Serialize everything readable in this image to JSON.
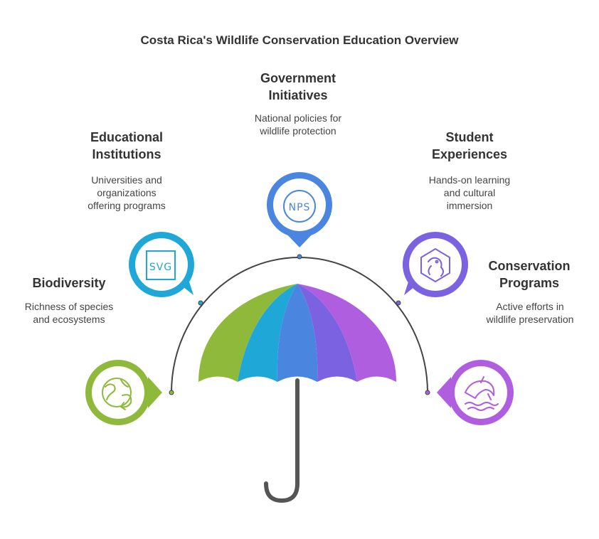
{
  "title": "Costa Rica's Wildlife Conservation Education Overview",
  "items": [
    {
      "key": "biodiversity",
      "heading": "Biodiversity",
      "description": "Richness of species\nand ecosystems",
      "color": "#8fb93b",
      "icon": "recycle-globe-icon"
    },
    {
      "key": "educational",
      "heading": "Educational\nInstitutions",
      "description": "Universities and\norganizations\noffering programs",
      "color": "#1fa7d8",
      "icon": "svg-badge-icon",
      "icon_text": "SVG"
    },
    {
      "key": "government",
      "heading": "Government\nInitiatives",
      "description": "National policies for\nwildlife protection",
      "color": "#4a86e0",
      "icon": "nps-badge-icon",
      "icon_text": "NPS"
    },
    {
      "key": "student",
      "heading": "Student\nExperiences",
      "description": "Hands-on learning\nand cultural\nimmersion",
      "color": "#7b62e0",
      "icon": "frog-icon"
    },
    {
      "key": "conservation",
      "heading": "Conservation\nPrograms",
      "description": "Active efforts in\nwildlife preservation",
      "color": "#b05ee0",
      "icon": "dolphin-icon"
    }
  ]
}
